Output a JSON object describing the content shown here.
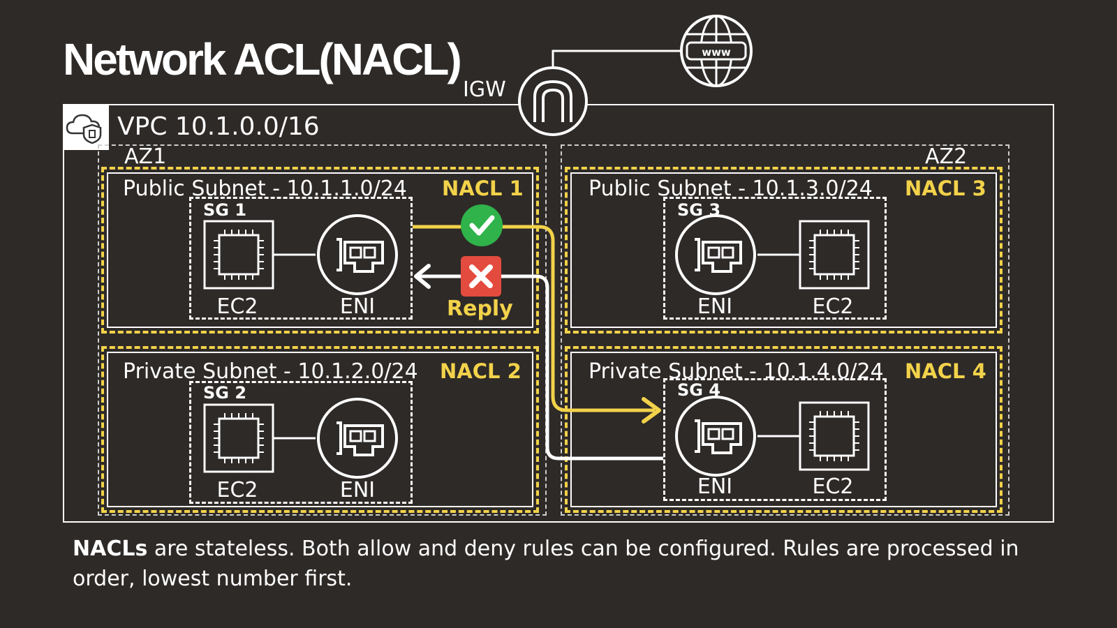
{
  "title": "Network ACL(NACL)",
  "igw_label": "IGW",
  "vpc_label": "VPC 10.1.0.0/16",
  "az1_label": "AZ1",
  "az2_label": "AZ2",
  "subnets": {
    "public1": {
      "name": "Public Subnet - 10.1.1.0/24",
      "nacl": "NACL 1",
      "sg": "SG 1",
      "ec2": "EC2",
      "eni": "ENI"
    },
    "private1": {
      "name": "Private Subnet - 10.1.2.0/24",
      "nacl": "NACL 2",
      "sg": "SG 2",
      "ec2": "EC2",
      "eni": "ENI"
    },
    "public2": {
      "name": "Public Subnet - 10.1.3.0/24",
      "nacl": "NACL 3",
      "sg": "SG 3",
      "ec2": "EC2",
      "eni": "ENI"
    },
    "private2": {
      "name": "Private Subnet - 10.1.4.0/24",
      "nacl": "NACL 4",
      "sg": "SG 4",
      "ec2": "EC2",
      "eni": "ENI"
    }
  },
  "reply_label": "Reply",
  "www_label": "www",
  "caption": {
    "bold": "NACLs",
    "rest": " are stateless. Both allow and deny rules can be configured. Rules are processed in order, lowest number first."
  },
  "colors": {
    "background": "#2e2a28",
    "accent": "#f2d24a",
    "allow": "#2fb34a",
    "deny": "#e34b3e"
  },
  "icons": [
    "globe-icon",
    "internet-gateway-icon",
    "vpc-cloud-shield-icon",
    "ec2-chip-icon",
    "eni-card-icon",
    "check-icon",
    "cross-icon"
  ]
}
